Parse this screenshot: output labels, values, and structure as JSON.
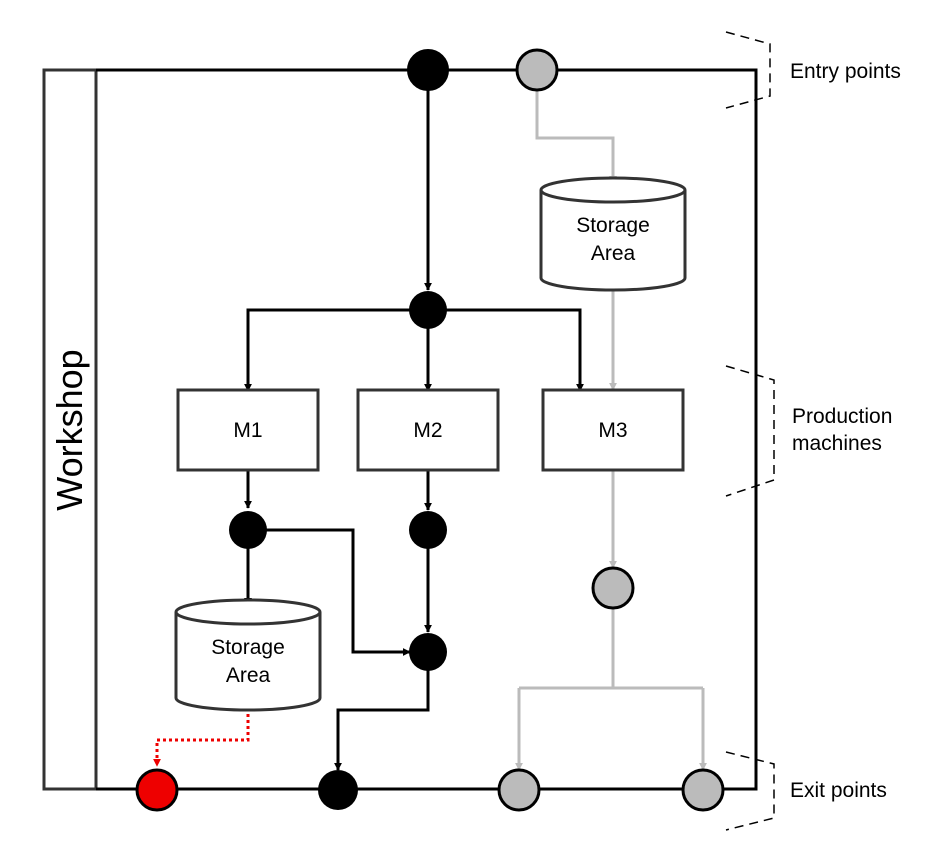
{
  "workshop": {
    "title": "Workshop"
  },
  "machines": [
    {
      "id": "m1",
      "label": "M1"
    },
    {
      "id": "m2",
      "label": "M2"
    },
    {
      "id": "m3",
      "label": "M3"
    }
  ],
  "storage_areas": [
    {
      "id": "top",
      "line1": "Storage",
      "line2": "Area"
    },
    {
      "id": "bottom",
      "line1": "Storage",
      "line2": "Area"
    }
  ],
  "annotations": {
    "entry_points": "Entry points",
    "production_machines_line1": "Production",
    "production_machines_line2": "machines",
    "exit_points": "Exit points"
  },
  "colors": {
    "black_flow": "#000000",
    "gray_flow": "#bbbbbb",
    "gray_node_fill": "#bbbbbb",
    "red_flow": "#ee0000",
    "red_node_fill": "#ee0000",
    "box_stroke": "#333333"
  }
}
